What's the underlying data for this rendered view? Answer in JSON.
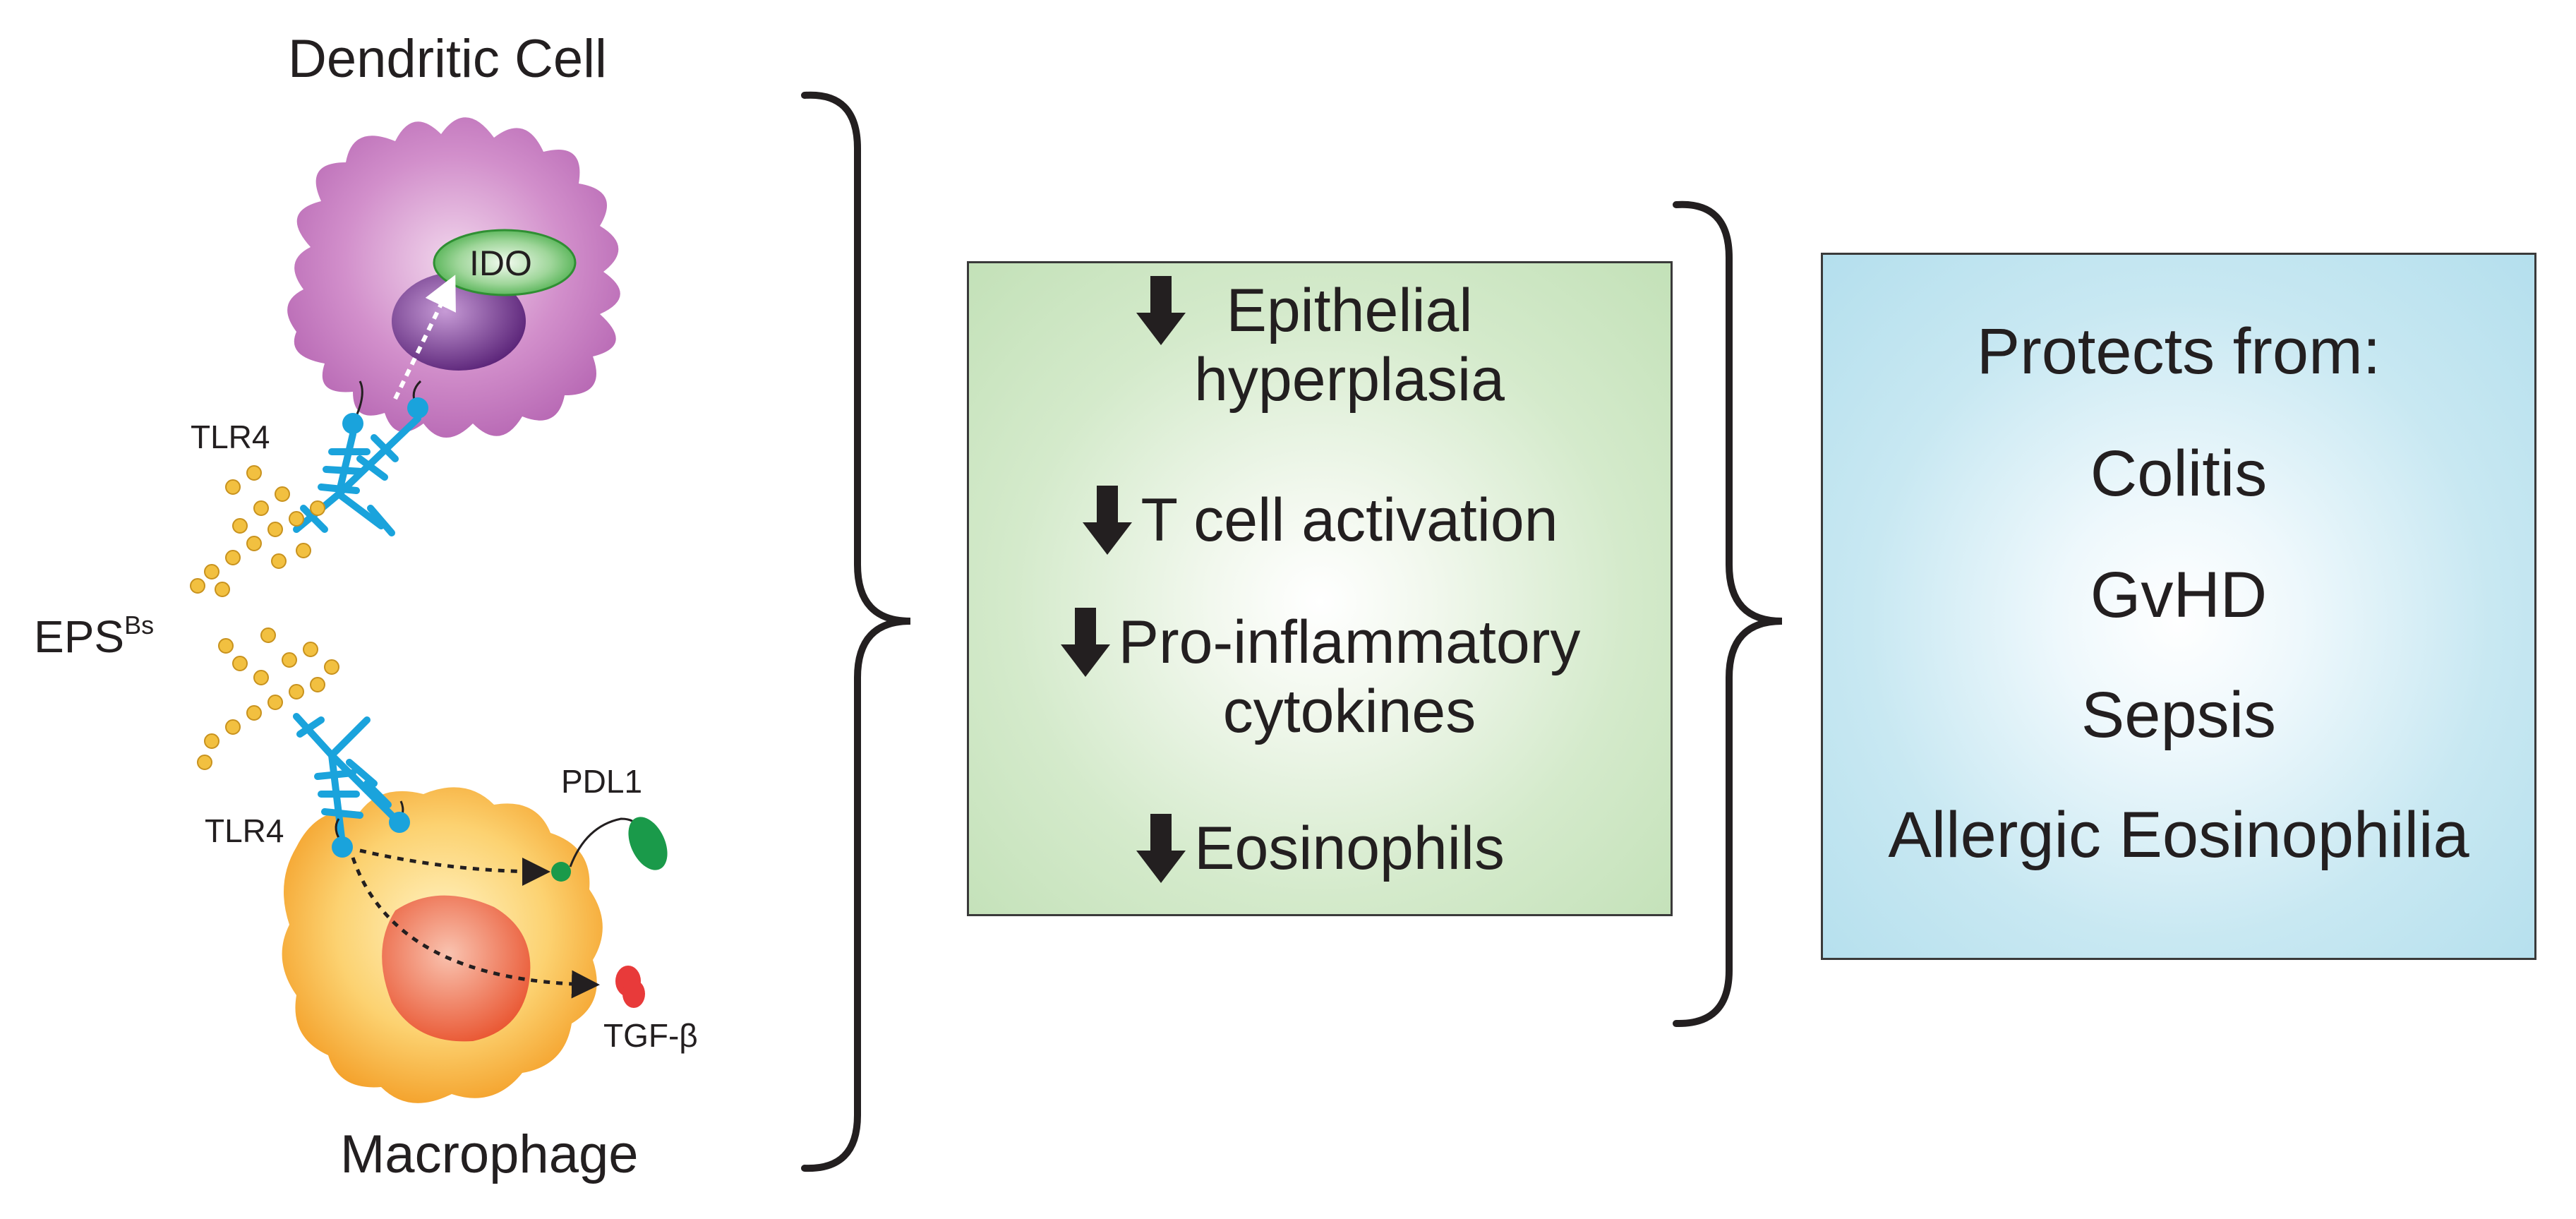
{
  "cells": {
    "dendritic_title": "Dendritic Cell",
    "dendritic_receptor": "TLR4",
    "enzyme": "IDO",
    "ligand_main": "EPS",
    "ligand_sup": "Bs",
    "macrophage_receptor": "TLR4",
    "macrophage_pdl": "PDL1",
    "macrophage_tgf": "TGF-β",
    "macrophage_title": "Macrophage"
  },
  "effects": {
    "items": [
      {
        "line1": "Epithelial",
        "line2": "hyperplasia"
      },
      {
        "line1": "T cell activation",
        "line2": ""
      },
      {
        "line1": "Pro-inflammatory",
        "line2": "cytokines"
      },
      {
        "line1": "Eosinophils",
        "line2": ""
      }
    ],
    "arrow_icon": "down-arrow-icon"
  },
  "protection": {
    "heading": "Protects from:",
    "conditions": [
      "Colitis",
      "GvHD",
      "Sepsis",
      "Allergic Eosinophilia"
    ]
  },
  "colors": {
    "dendritic": "#b565b2",
    "nucleus": "#6a2d86",
    "ido": "#4cb34b",
    "tlr4": "#1aa3dc",
    "polysaccharide": "#f2c040",
    "macrophage": "#f6a92a",
    "macrophage_nucleus": "#ee6a3c",
    "pdl1": "#1a9a4a",
    "tgf": "#e83a3a",
    "effects_box": "#d4eacb",
    "protect_box": "#c8e8f2",
    "bracket": "#231f20"
  }
}
